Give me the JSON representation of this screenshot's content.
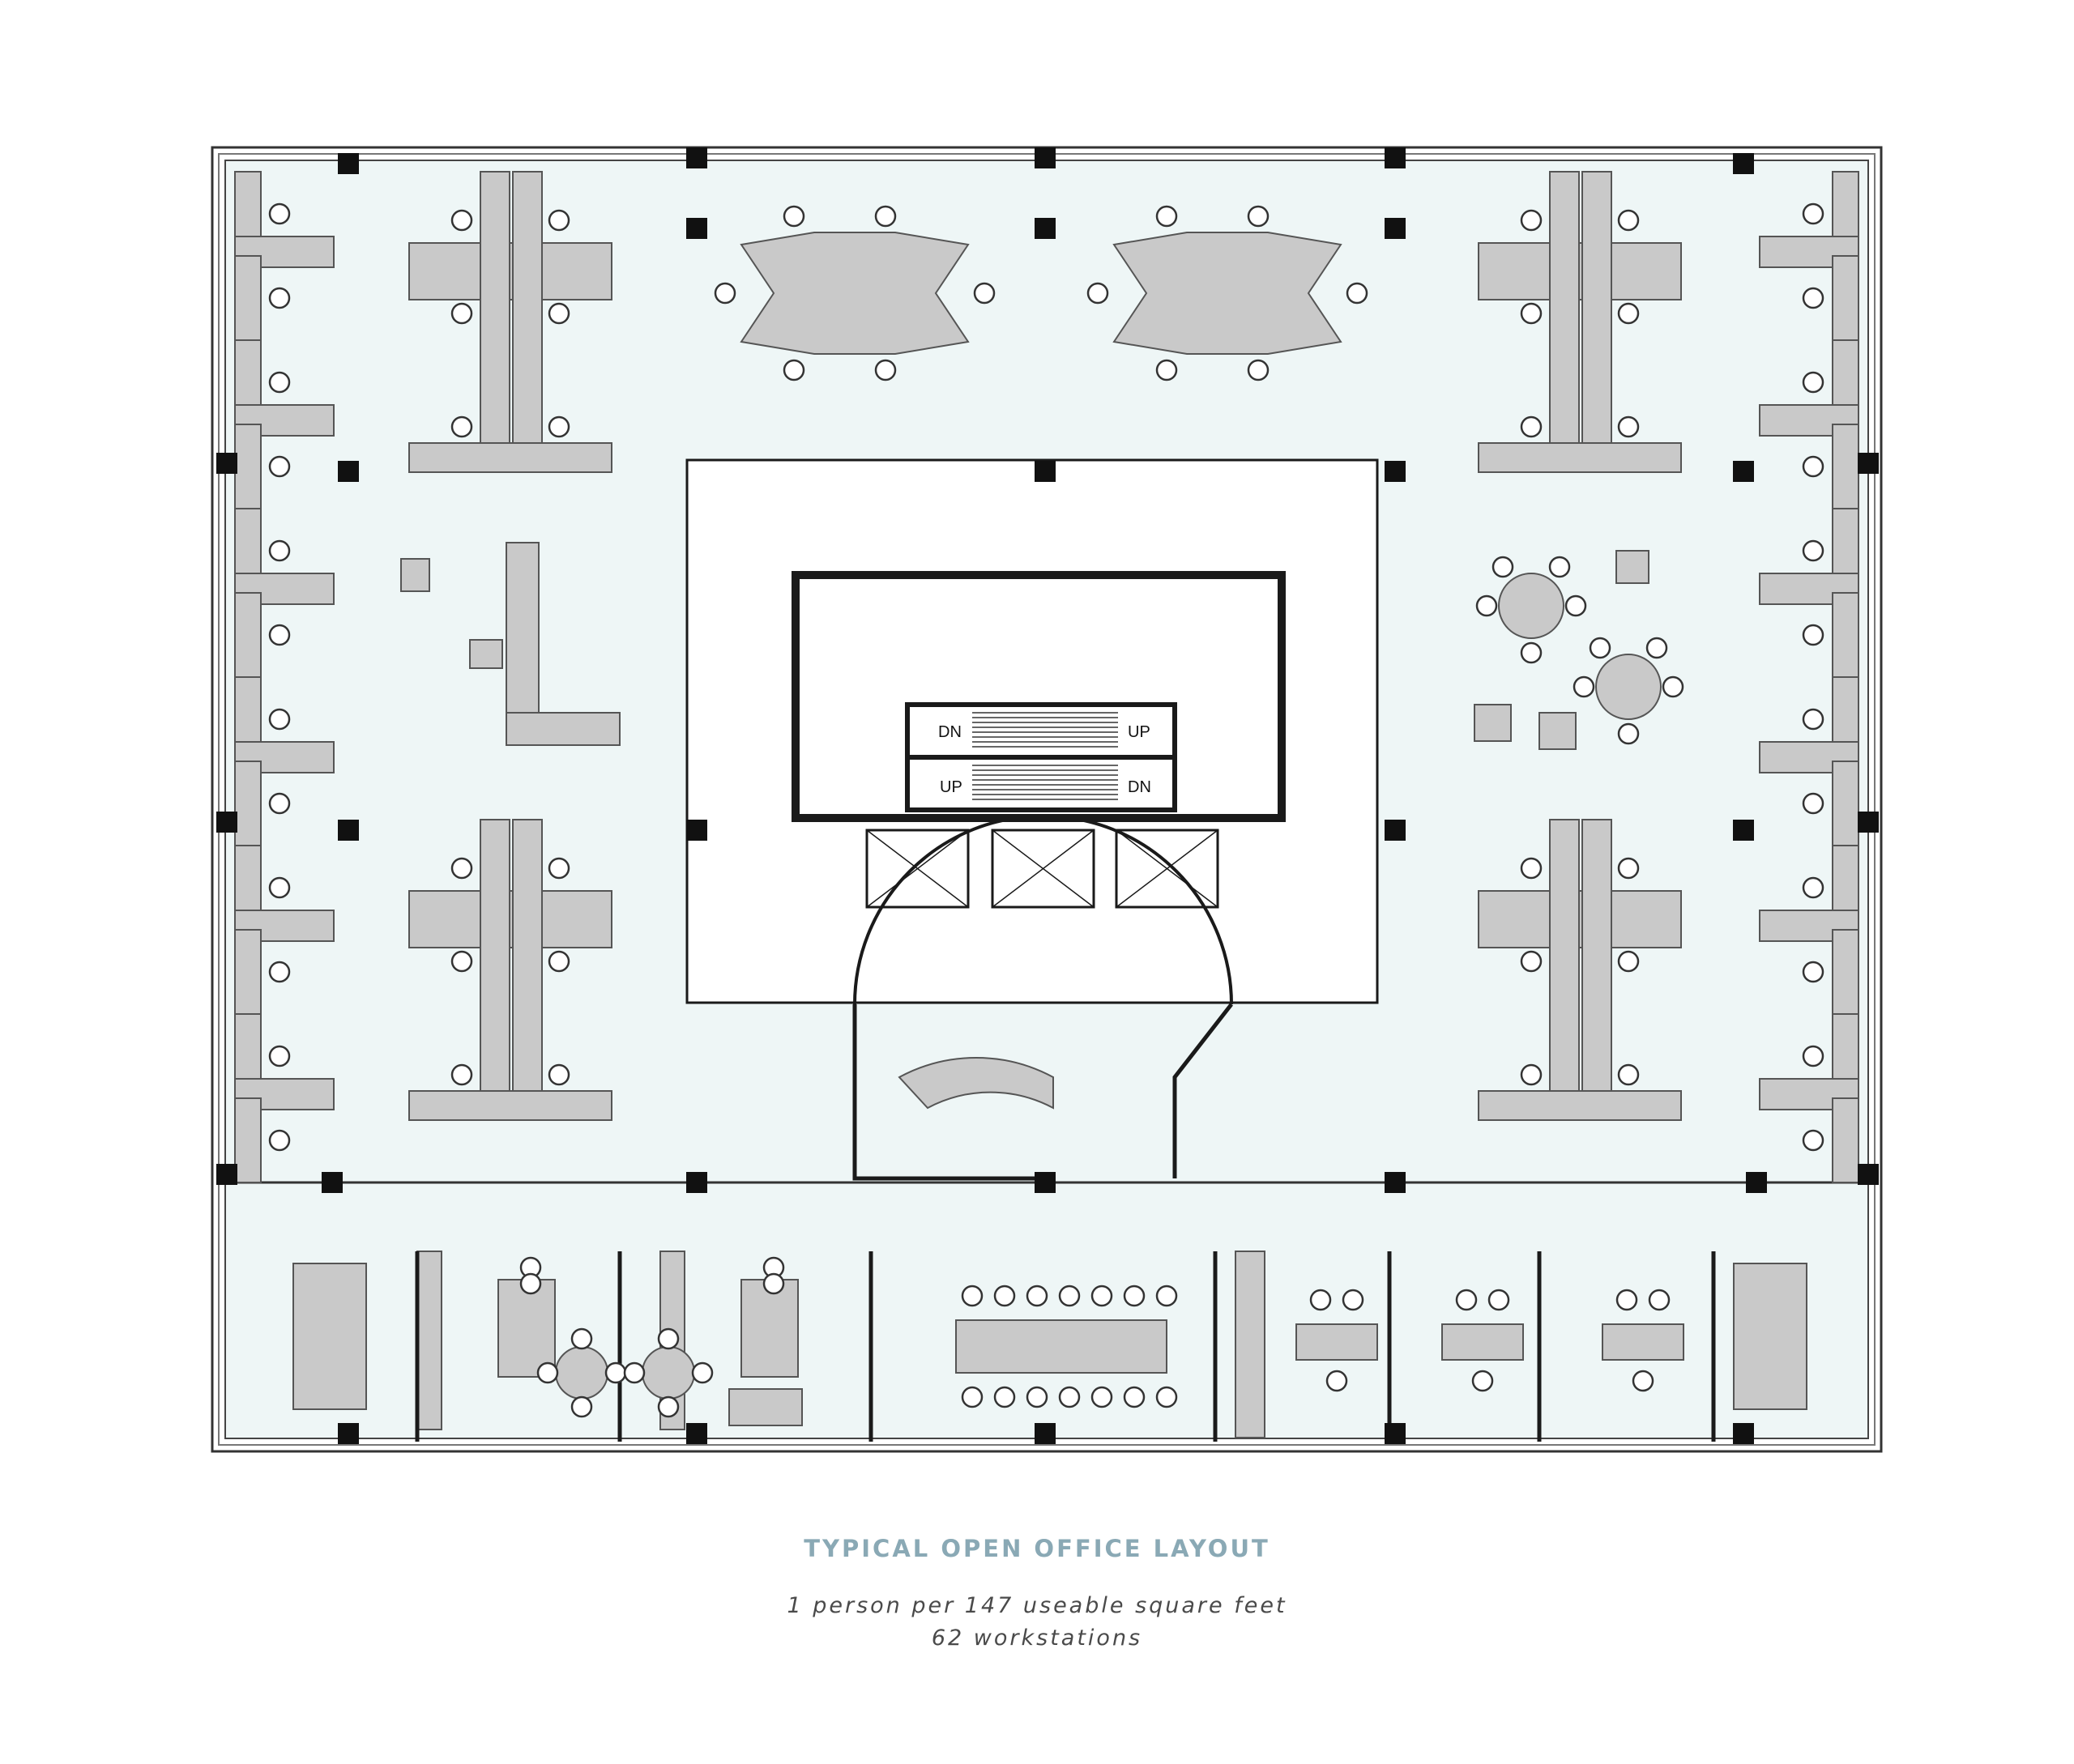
{
  "caption": {
    "title": "TYPICAL OPEN OFFICE LAYOUT",
    "lines": [
      "1 person per 147 useable square feet",
      "62 workstations"
    ]
  },
  "stair_labels": {
    "upper_left": "DN",
    "upper_right": "UP",
    "lower_left": "UP",
    "lower_right": "DN"
  },
  "colors": {
    "floor": "#eef6f6",
    "furniture": "#c9c9c9",
    "furniture_stroke": "#555555",
    "wall": "#1a1a1a",
    "column": "#111111",
    "title": "#8aa9b5"
  }
}
